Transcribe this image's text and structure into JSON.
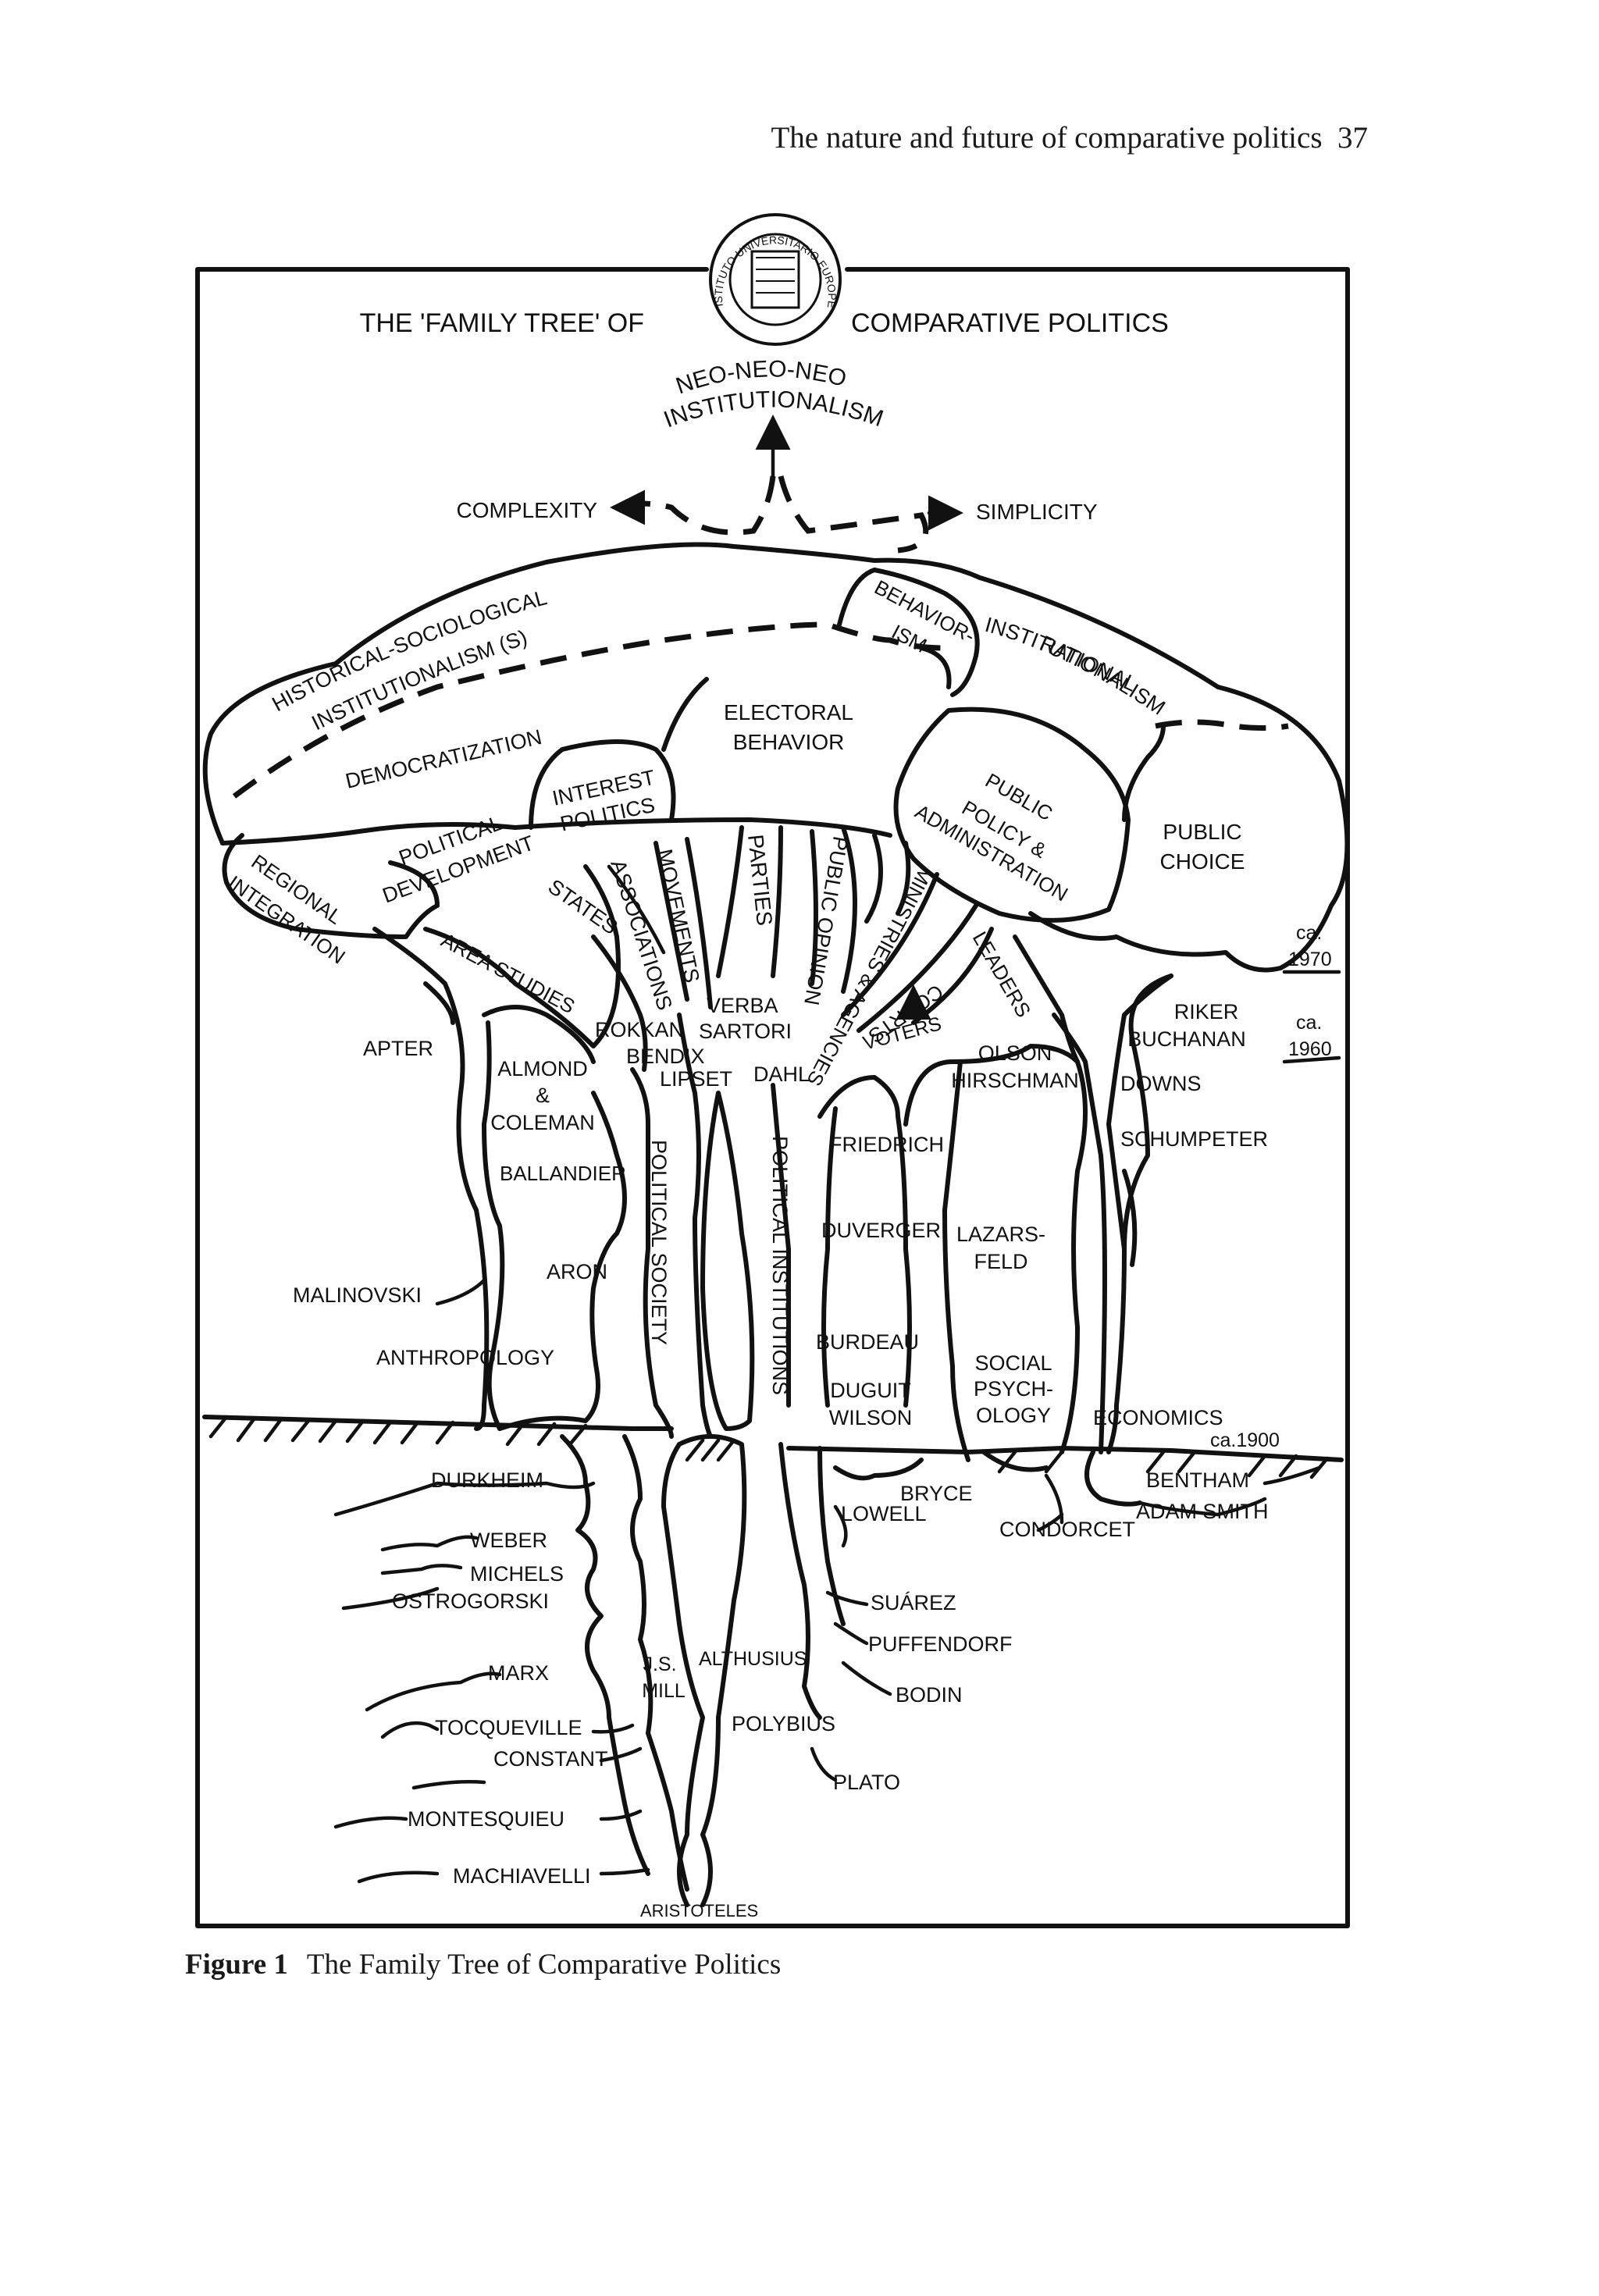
{
  "page": {
    "running_head": "The nature and future of comparative politics",
    "page_number": "37",
    "caption_label": "Figure 1",
    "caption_text": "The Family Tree of Comparative Politics"
  },
  "seal": {
    "text": "ISTITUTO UNIVERSITARIO EUROPEO"
  },
  "diagram": {
    "title_left": "THE 'FAMILY TREE' OF",
    "title_right": "COMPARATIVE POLITICS",
    "top": [
      "NEO-NEO-NEO",
      "INSTITUTIONALISM"
    ],
    "complexity": "COMPLEXITY",
    "simplicity": "SIMPLICITY",
    "crown": {
      "historical": [
        "HISTORICAL-SOCIOLOGICAL",
        "INSTITUTIONALISM (S)"
      ],
      "behaviorism": [
        "BEHAVIOR-",
        "ISM"
      ],
      "rational": [
        "RATIONAL",
        "INSTITUTIONALISM"
      ],
      "democratization": "DEMOCRATIZATION",
      "electoral": [
        "ELECTORAL",
        "BEHAVIOR"
      ],
      "interest": [
        "INTEREST",
        "POLITICS"
      ],
      "political_development": [
        "POLITICAL",
        "DEVELOPMENT"
      ],
      "public_policy": [
        "PUBLIC",
        "POLICY &",
        "ADMINISTRATION"
      ],
      "public_choice": [
        "PUBLIC",
        "CHOICE"
      ],
      "regional": [
        "REGIONAL",
        "INTEGRATION"
      ]
    },
    "branches": {
      "states": "STATES",
      "associations": "ASSOCIATIONS",
      "movements": "MOVEMENTS",
      "parties": "PARTIES",
      "public_opinion": "PUBLIC OPINION",
      "ministries": "MINISTRIES & AGENCIES",
      "courts": "COURTS",
      "leaders": "LEADERS",
      "voters": "VOTERS",
      "area_studies": "AREA STUDIES"
    },
    "dates": {
      "ca1970": [
        "ca.",
        "1970"
      ],
      "ca1960": [
        "ca.",
        "1960"
      ],
      "ca1900": "ca.1900"
    },
    "trunk": {
      "apter": "APTER",
      "almond": [
        "ALMOND",
        "&",
        "COLEMAN"
      ],
      "ballandier": "BALLANDIER",
      "aron": "ARON",
      "malinovski": "MALINOVSKI",
      "anthropology": "ANTHROPOLOGY",
      "rokkan": "ROKKAN",
      "bendix": "BENDIX",
      "lipset": "LIPSET",
      "verba": "VERBA",
      "sartori": "SARTORI",
      "dahl": "DAHL",
      "political_society": "POLITICAL SOCIETY",
      "political_institutions": "POLITICAL INSTITUTIONS",
      "friedrich": "FRIEDRICH",
      "duverger": "DUVERGER",
      "burdeau": "BURDEAU",
      "duguit": [
        "DUGUIT",
        "WILSON"
      ],
      "olson": [
        "OLSON",
        "HIRSCHMAN"
      ],
      "lazarsfeld": [
        "LAZARS-",
        "FELD"
      ],
      "social_psych": [
        "SOCIAL",
        "PSYCH-",
        "OLOGY"
      ],
      "riker": [
        "RIKER",
        "BUCHANAN"
      ],
      "downs": "DOWNS",
      "schumpeter": "SCHUMPETER",
      "economics": "ECONOMICS"
    },
    "roots": {
      "durkheim": "DURKHEIM",
      "weber": "WEBER",
      "michels": "MICHELS",
      "ostrogorski": "OSTROGORSKI",
      "marx": "MARX",
      "tocqueville": "TOCQUEVILLE",
      "constant": "CONSTANT",
      "montesquieu": "MONTESQUIEU",
      "machiavelli": "MACHIAVELLI",
      "aristoteles": "ARISTOTELES",
      "js_mill": [
        "J.S.",
        "MILL"
      ],
      "althusius": "ALTHUSIUS",
      "polybius": "POLYBIUS",
      "plato": "PLATO",
      "bodin": "BODIN",
      "puffendorf": "PUFFENDORF",
      "suarez": "SUÁREZ",
      "lowell": "LOWELL",
      "bryce": "BRYCE",
      "condorcet": "CONDORCET",
      "bentham": "BENTHAM",
      "adam_smith": "ADAM SMITH"
    }
  }
}
